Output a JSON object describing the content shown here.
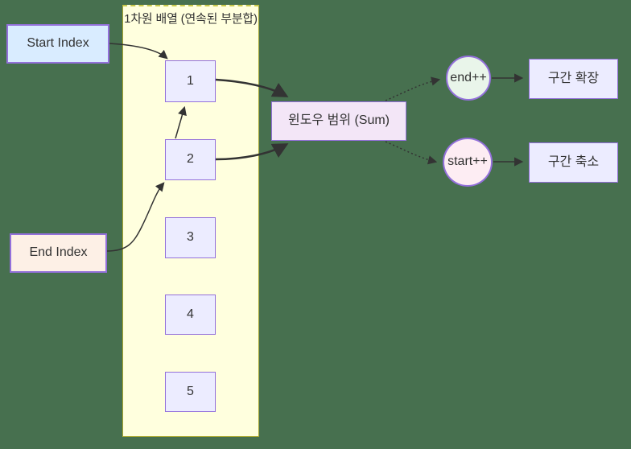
{
  "page": {
    "background": "#47704f",
    "text_color": "#333333",
    "node_border_color": "#9370db",
    "edge_color": "#333333"
  },
  "cluster": {
    "title": "1차원 배열 (연속된 부분합)",
    "fill": "#ffffde",
    "border": "#a8a832"
  },
  "nodes": {
    "start_index": {
      "label": "Start Index",
      "fill": "#d9ecff"
    },
    "end_index": {
      "label": "End Index",
      "fill": "#fdf0e6"
    },
    "cells": [
      {
        "label": "1",
        "fill": "#ececff"
      },
      {
        "label": "2",
        "fill": "#ececff"
      },
      {
        "label": "3",
        "fill": "#ececff"
      },
      {
        "label": "4",
        "fill": "#ececff"
      },
      {
        "label": "5",
        "fill": "#ececff"
      }
    ],
    "sum": {
      "label": "윈도우 범위 (Sum)",
      "fill": "#f3e6f7"
    },
    "end_inc": {
      "label": "end++",
      "fill": "#e9f5ea"
    },
    "start_inc": {
      "label": "start++",
      "fill": "#fdedf3"
    },
    "expand": {
      "label": "구간 확장",
      "fill": "#ececff"
    },
    "shrink": {
      "label": "구간 축소",
      "fill": "#ececff"
    }
  },
  "edges": [
    {
      "from": "Start Index",
      "to": "1",
      "style": "solid"
    },
    {
      "from": "End Index",
      "to": "2",
      "style": "solid"
    },
    {
      "from": "2",
      "to": "1",
      "style": "solid"
    },
    {
      "from": "1",
      "to": "윈도우 범위 (Sum)",
      "style": "thick"
    },
    {
      "from": "2",
      "to": "윈도우 범위 (Sum)",
      "style": "thick"
    },
    {
      "from": "윈도우 범위 (Sum)",
      "to": "end++",
      "style": "dotted"
    },
    {
      "from": "윈도우 범위 (Sum)",
      "to": "start++",
      "style": "dotted"
    },
    {
      "from": "end++",
      "to": "구간 확장",
      "style": "solid"
    },
    {
      "from": "start++",
      "to": "구간 축소",
      "style": "solid"
    }
  ]
}
